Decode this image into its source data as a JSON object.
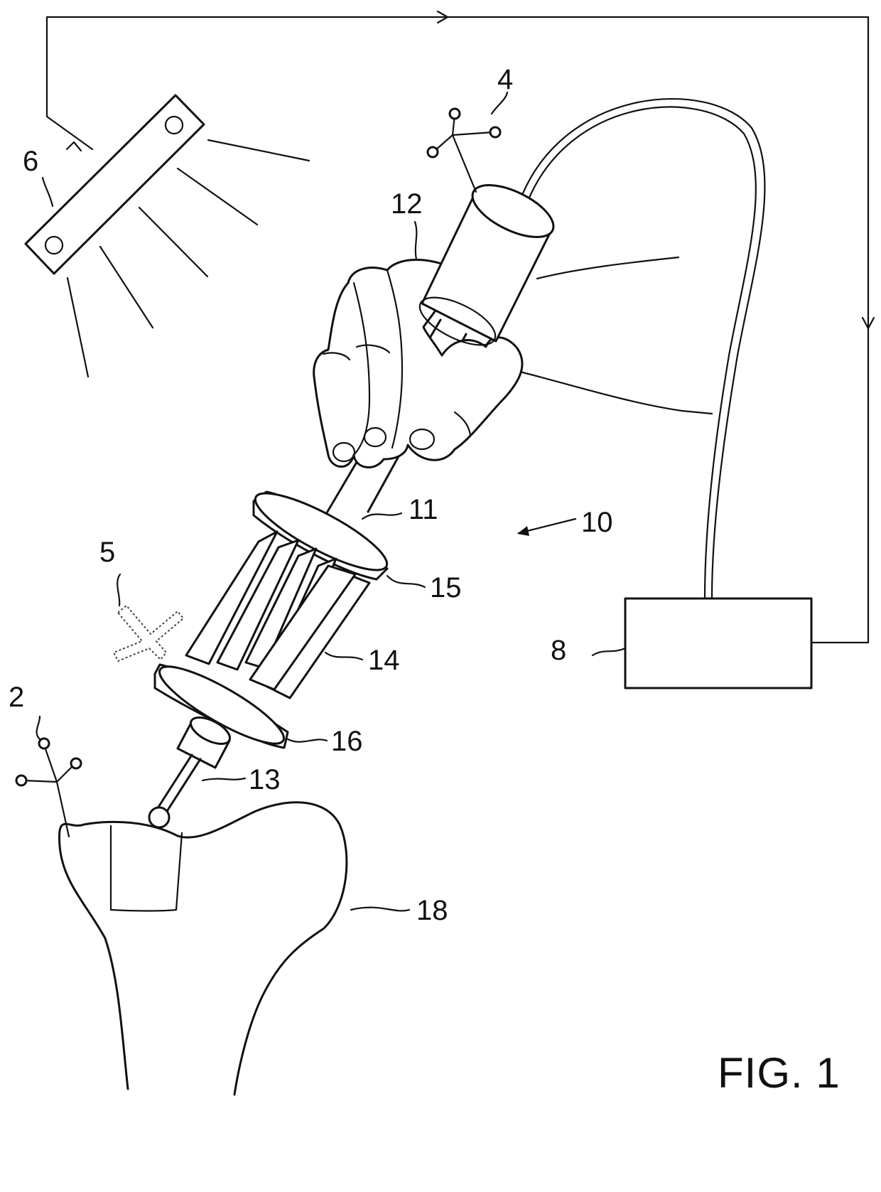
{
  "figure_label": "FIG. 1",
  "reference_numerals": {
    "bone_marker": "2",
    "tool_marker": "4",
    "virtual_marker": "5",
    "camera": "6",
    "controller": "8",
    "device": "10",
    "shaft": "11",
    "hand": "12",
    "tip": "13",
    "actuators": "14",
    "upper_platform": "15",
    "lower_platform": "16",
    "bone": "18"
  }
}
